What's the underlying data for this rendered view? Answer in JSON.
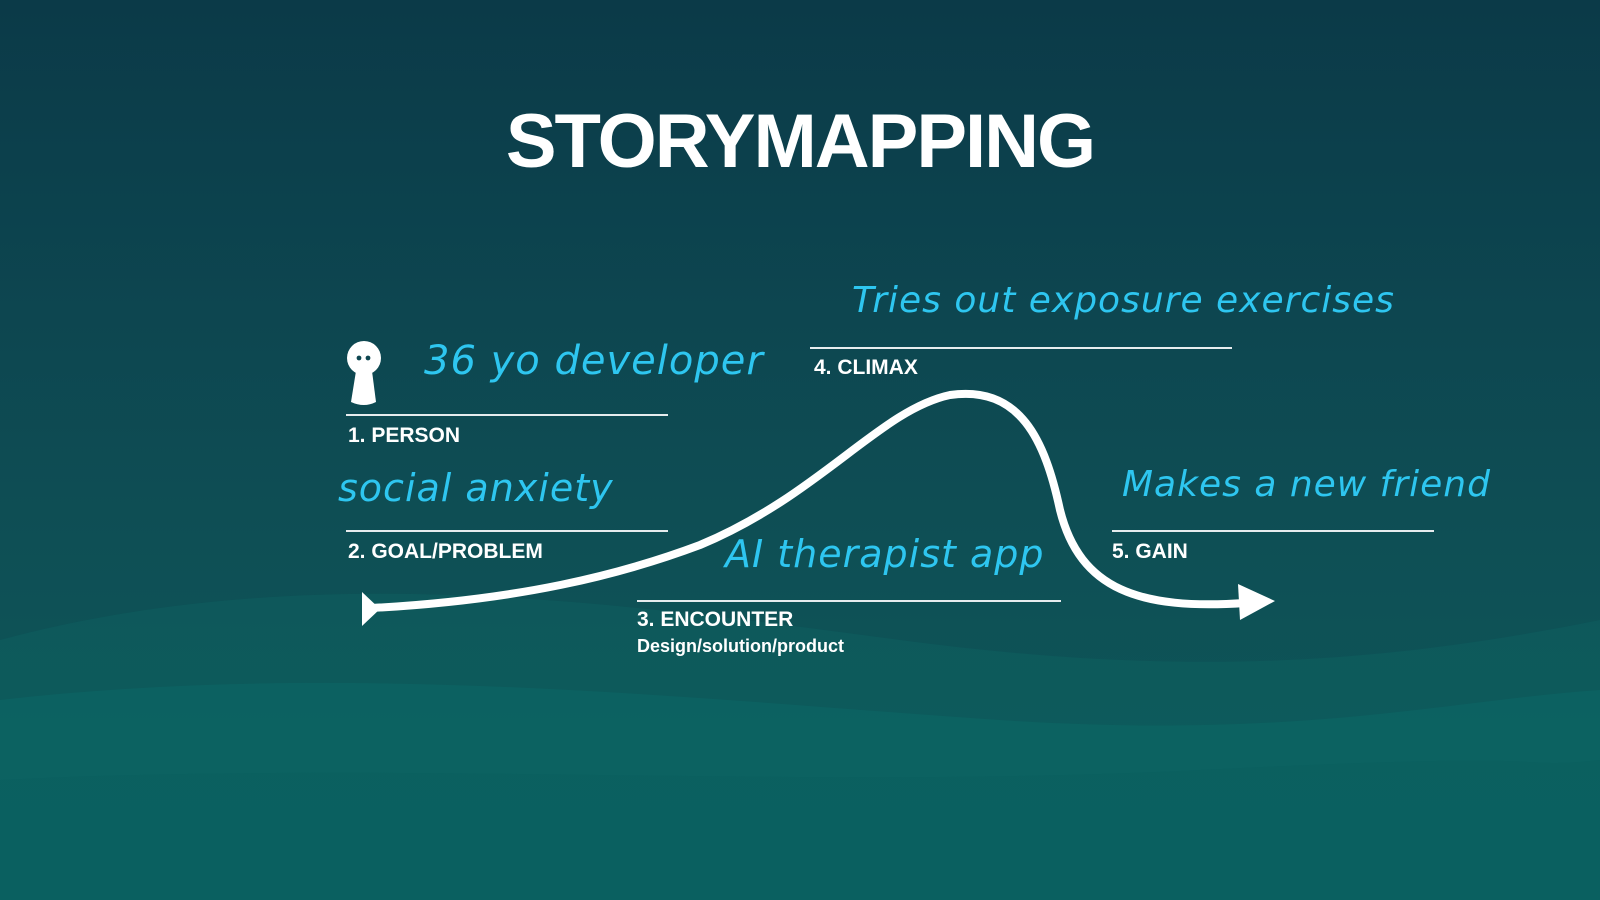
{
  "title": "STORYMAPPING",
  "stages": {
    "person": {
      "label": "1. PERSON",
      "note": "36 yo developer"
    },
    "goal": {
      "label": "2. GOAL/PROBLEM",
      "note": "social anxiety"
    },
    "encounter": {
      "label": "3. ENCOUNTER",
      "sublabel": "Design/solution/product",
      "note": "AI therapist app"
    },
    "climax": {
      "label": "4. CLIMAX",
      "note": "Tries out exposure exercises"
    },
    "gain": {
      "label": "5. GAIN",
      "note": "Makes a new friend"
    }
  },
  "icons": {
    "person": "person-figure-icon"
  },
  "colors": {
    "accent": "#2ec6f0",
    "text": "#ffffff",
    "background": "#0d4650"
  }
}
